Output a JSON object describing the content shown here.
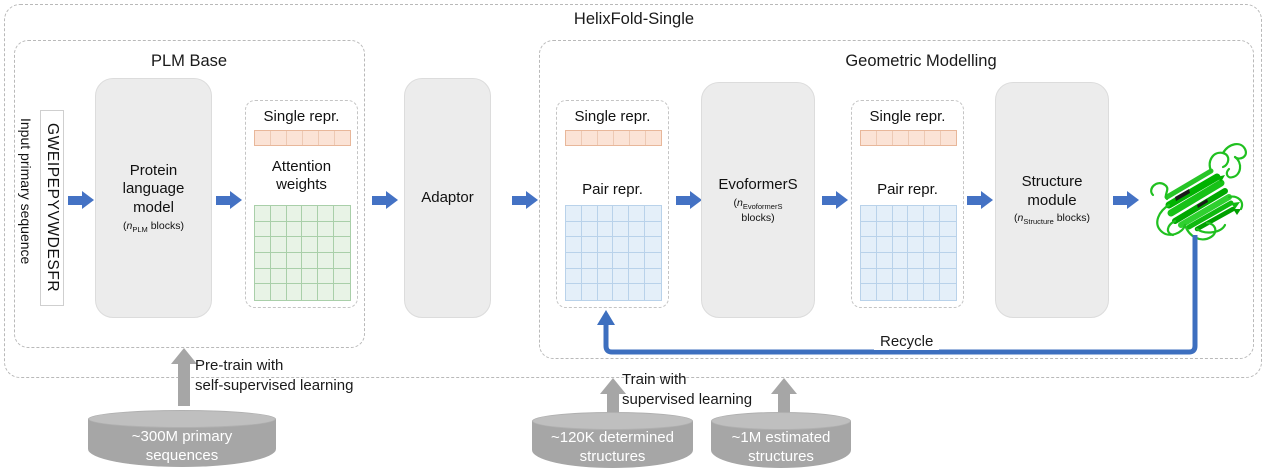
{
  "diagram": {
    "title": "HelixFold-Single",
    "sections": [
      {
        "id": "plm-base",
        "label": "PLM Base"
      },
      {
        "id": "geometric-modelling",
        "label": "Geometric Modelling"
      }
    ]
  },
  "input": {
    "sequence": "GWEIPEPYVWDESFR",
    "caption": "Input primary sequence"
  },
  "modules": {
    "plm": {
      "title": "Protein\nlanguage\nmodel",
      "sub_prefix": "(",
      "sub_var": "n",
      "sub_script": "PLM",
      "sub_suffix": " blocks)"
    },
    "adaptor": {
      "title": "Adaptor",
      "sub_prefix": "",
      "sub_var": "",
      "sub_script": "",
      "sub_suffix": ""
    },
    "evoformers": {
      "title": "EvoformerS",
      "sub_prefix": "(",
      "sub_var": "n",
      "sub_script": "EvoformerS",
      "sub_suffix": "\nblocks)"
    },
    "structure": {
      "title": "Structure\nmodule",
      "sub_prefix": "(",
      "sub_var": "n",
      "sub_script": "Structure",
      "sub_suffix": " blocks)"
    }
  },
  "representations": {
    "plm_output": {
      "single_label": "Single repr.",
      "single_cells": 6,
      "matrix_label": "Attention\nweights",
      "matrix_rows": 6,
      "matrix_cols": 6,
      "matrix_color": "#e8f3e6"
    },
    "adaptor_output": {
      "single_label": "Single repr.",
      "single_cells": 6,
      "matrix_label": "Pair repr.",
      "matrix_rows": 6,
      "matrix_cols": 6,
      "matrix_color": "#e4eff9"
    },
    "evoformer_output": {
      "single_label": "Single repr.",
      "single_cells": 6,
      "matrix_label": "Pair repr.",
      "matrix_rows": 6,
      "matrix_cols": 6,
      "matrix_color": "#e4eff9"
    }
  },
  "training": {
    "pretrain_caption": "Pre-train with\nself-supervised learning",
    "supervised_caption": "Train with\nsupervised learning",
    "databases": [
      {
        "id": "primary-sequences",
        "label": "~300M primary\nsequences"
      },
      {
        "id": "determined-structures",
        "label": "~120K determined\nstructures"
      },
      {
        "id": "estimated-structures",
        "label": "~1M estimated\nstructures"
      }
    ]
  },
  "recycle": {
    "label": "Recycle"
  },
  "output": {
    "structure_name": "predicted-protein-structure"
  },
  "colors": {
    "arrow_blue": "#4472c4",
    "arrow_grey": "#a6a6a6",
    "module_grey": "#ececec",
    "single_repr": "#fbe3d6",
    "attention_green": "#e8f3e6",
    "pair_blue": "#e4eff9",
    "protein_green": "#22bb22",
    "dashed_border": "#b9b9b9"
  }
}
